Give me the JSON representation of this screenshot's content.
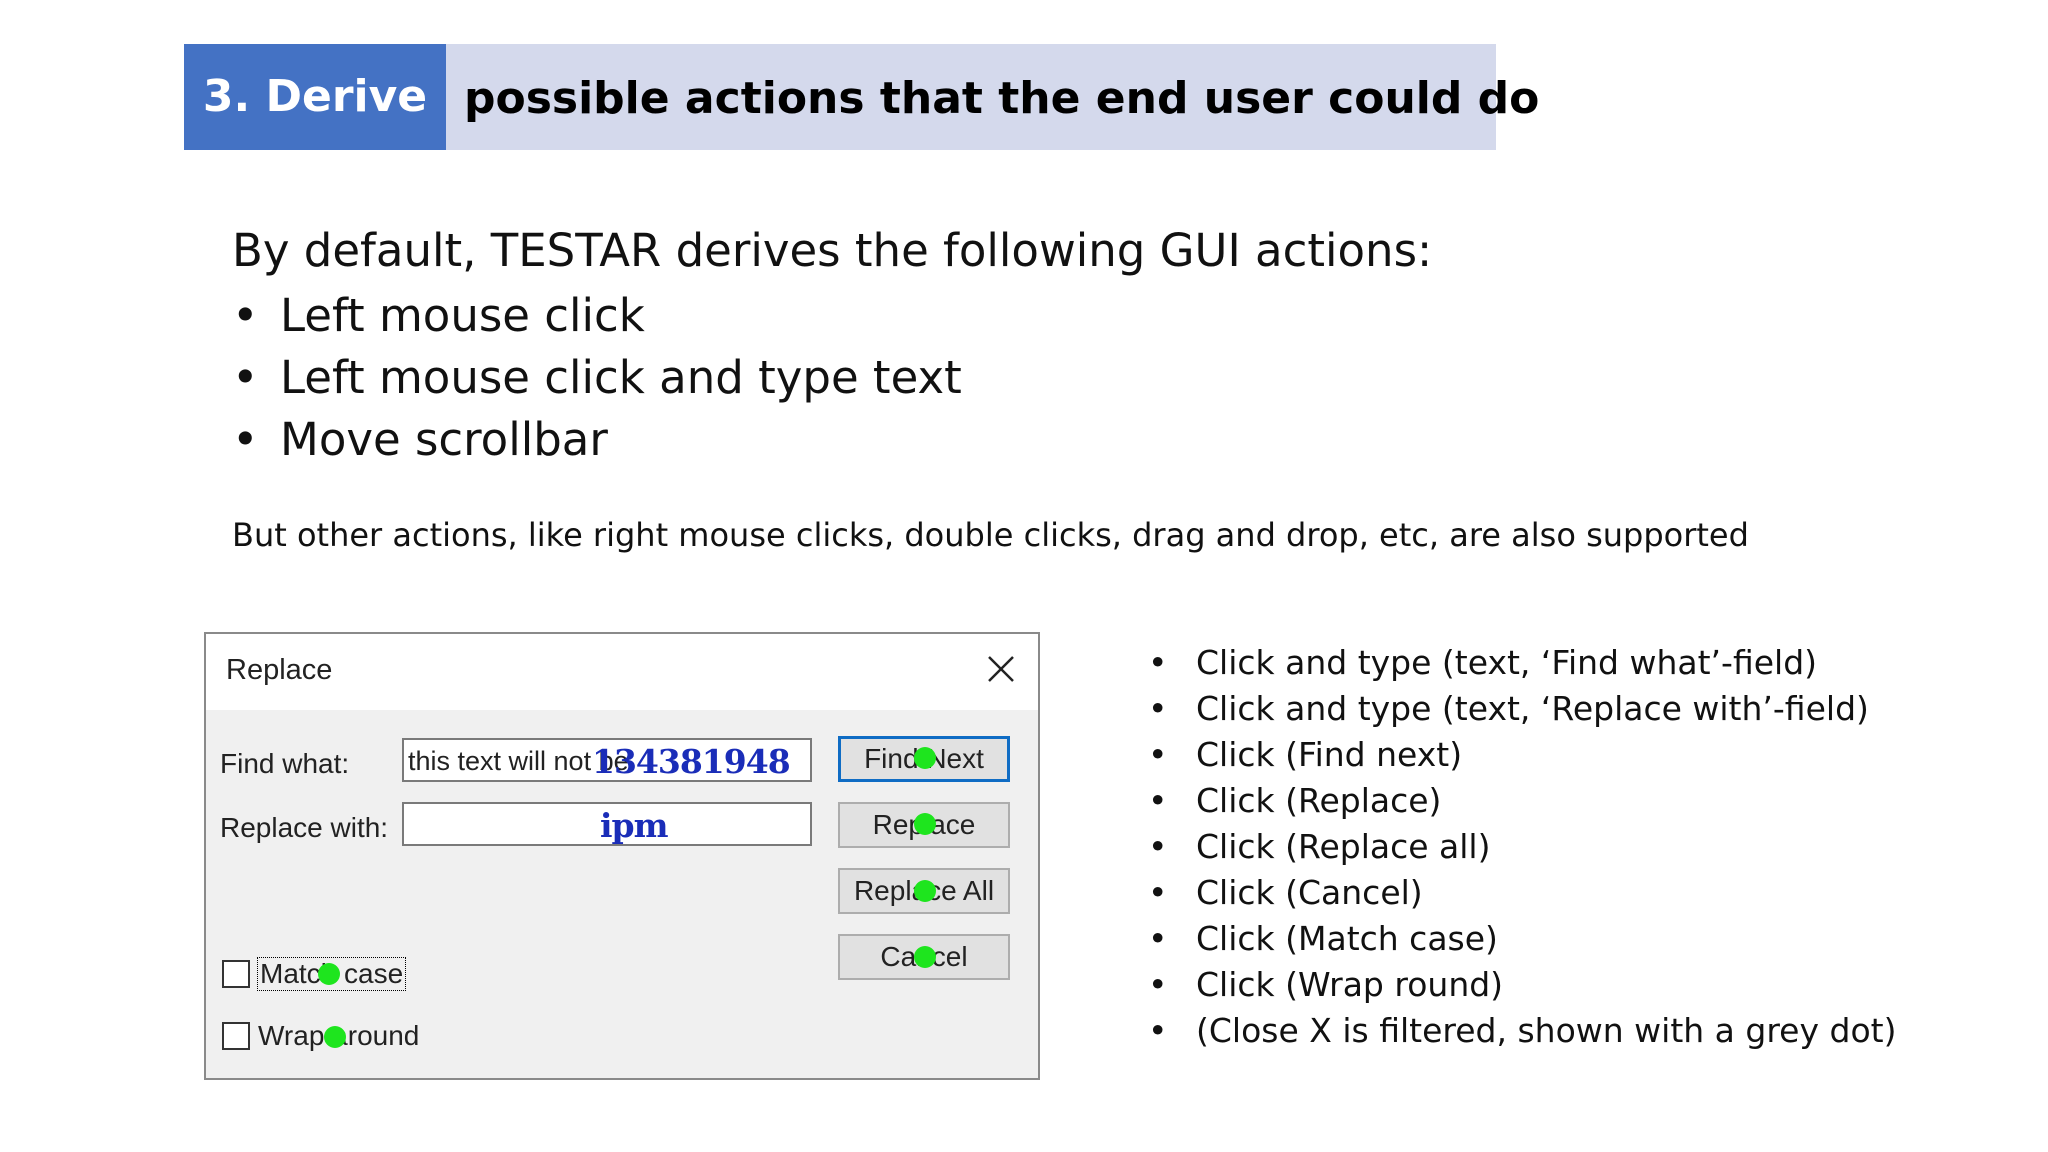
{
  "title": {
    "number": "3. Derive",
    "text": "possible actions that the end user could do"
  },
  "intro": "By default, TESTAR derives the following GUI actions:",
  "default_actions": [
    "Left mouse click",
    "Left mouse click and type text",
    "Move scrollbar"
  ],
  "note": "But other actions, like right mouse clicks, double clicks, drag and drop, etc, are also supported",
  "dialog": {
    "title": "Replace",
    "close_icon": "close-x-icon",
    "find_label": "Find what:",
    "find_value": "this text will not be",
    "find_overlay": "134381948",
    "replace_label": "Replace with:",
    "replace_overlay": "ipm",
    "buttons": {
      "find_next": "Find Next",
      "replace": "Replace",
      "replace_all": "Replace All",
      "cancel": "Cancel"
    },
    "match_case": "Match case",
    "wrap_round": "Wrap around",
    "action_dot_color": "#1ee51e",
    "accent": "#4472c4"
  },
  "derived_actions": [
    "Click and type (text, ‘Find what’-field)",
    "Click and type (text, ‘Replace with’-field)",
    "Click (Find next)",
    "Click (Replace)",
    "Click (Replace all)",
    "Click (Cancel)",
    "Click (Match case)",
    "Click (Wrap round)",
    "(Close X is filtered, shown with a grey dot)"
  ]
}
